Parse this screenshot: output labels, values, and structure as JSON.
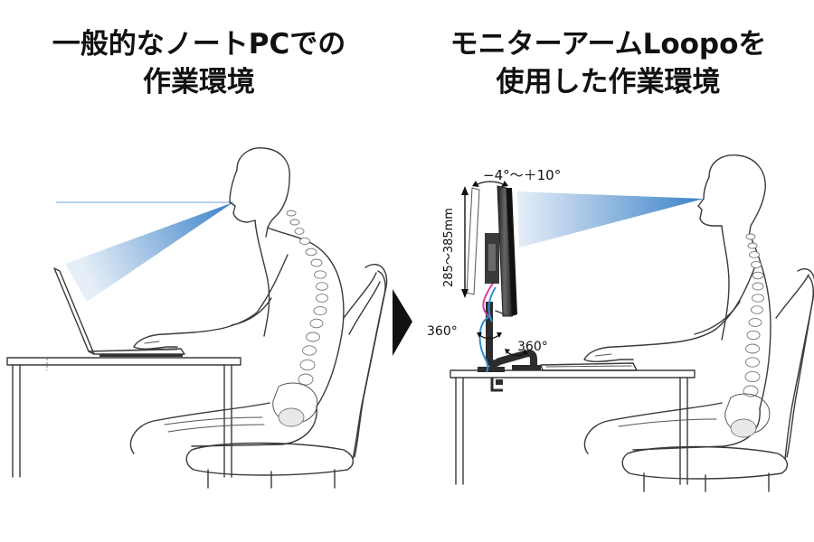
{
  "titles": {
    "left": {
      "line1": "一般的なノートPCでの",
      "line2": "作業環境"
    },
    "right": {
      "line1": "モニターアームLoopoを",
      "line2": "使用した作業環境"
    }
  },
  "annotations": {
    "tilt_range": "−4°〜＋10°",
    "height_range": "285〜385mm",
    "rotation_upper": "360°",
    "rotation_base": "360°"
  },
  "colors": {
    "sightline_blue": "#3b82c8",
    "sightline_light": "#e6eef8",
    "arrow": "#111111",
    "outline": "#3a3a3a",
    "cable_pink": "#e0399a",
    "cable_blue": "#2e8fd6"
  }
}
